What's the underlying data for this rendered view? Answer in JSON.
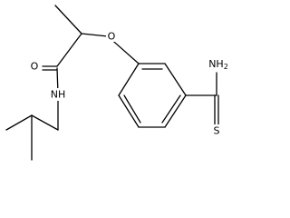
{
  "molecule": {
    "atom_labels": {
      "oxygen_ether": "O",
      "oxygen_carbonyl": "O",
      "amide_nh": "NH",
      "thioamide_nh2": "NH",
      "thioamide_nh2_subscript": "2",
      "sulfur": "S"
    }
  }
}
